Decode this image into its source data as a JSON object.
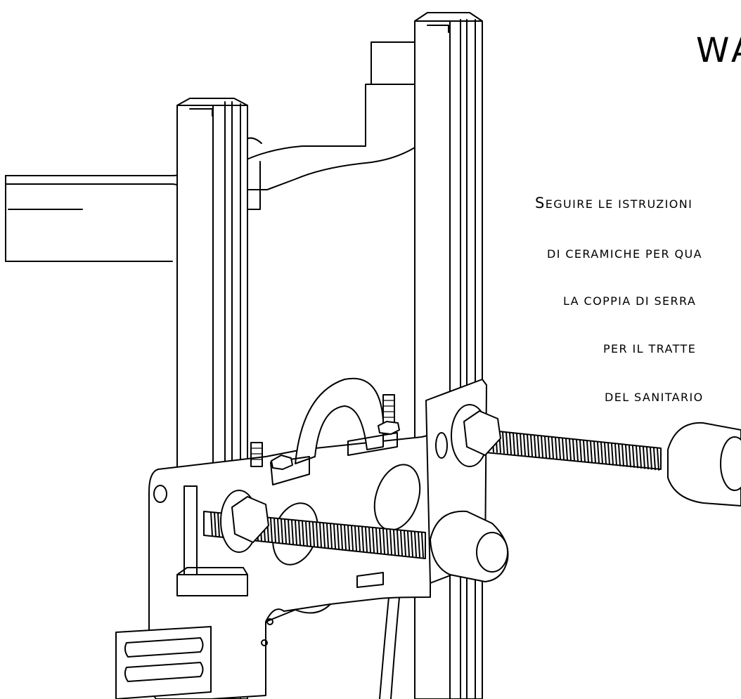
{
  "title": "WA",
  "instructions": [
    {
      "cap": "S",
      "rest": "eguire le istruzioni"
    },
    {
      "cap": "",
      "rest": "di ceramiche per qua"
    },
    {
      "cap": "",
      "rest": "la coppia di serra"
    },
    {
      "cap": "",
      "rest": "per il tratte"
    },
    {
      "cap": "",
      "rest": "del sanitario"
    }
  ]
}
